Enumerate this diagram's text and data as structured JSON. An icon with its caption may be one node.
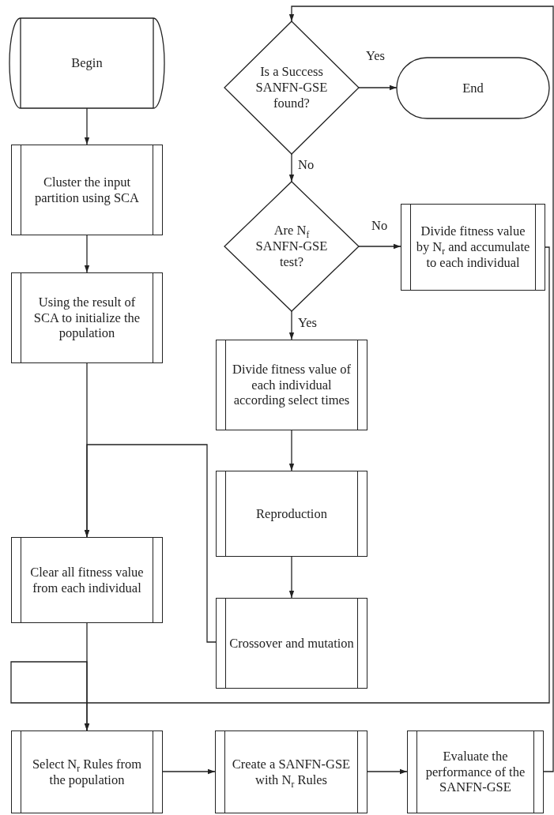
{
  "diagram": {
    "nodes": [
      {
        "text": [
          "Begin"
        ]
      },
      {
        "text": [
          "Cluster the input partition using SCA"
        ]
      },
      {
        "text": [
          "Using the result of SCA to initialize the population"
        ]
      },
      {
        "text": [
          "Is a Success SANFN-GSE found?"
        ]
      },
      {
        "text": [
          "End"
        ]
      },
      {
        "text": [
          "Are N$_{f}$ SANFN-GSE test?"
        ]
      },
      {
        "text": [
          "Divide fitness value by N$_{r}$ and accumulate to each individual"
        ]
      },
      {
        "text": [
          "Divide fitness value of each individual according select times"
        ]
      },
      {
        "text": [
          "Reproduction"
        ]
      },
      {
        "text": [
          "Clear all fitness value from each individual"
        ]
      },
      {
        "text": [
          "Crossover and mutation"
        ]
      },
      {
        "text": [
          "Select N$_{r}$ Rules from the population"
        ]
      },
      {
        "text": [
          "Create a SANFN-GSE with N$_{r}$ Rules"
        ]
      },
      {
        "text": [
          "Evaluate the performance of the SANFN-GSE"
        ]
      }
    ],
    "edges": [
      {
        "from": 0,
        "to": 1,
        "arrow": "to"
      },
      {
        "from": 1,
        "to": 2,
        "arrow": "to"
      },
      {
        "from": 2,
        "to": 9,
        "arrow": "to"
      },
      {
        "from": 3,
        "to": 4,
        "label": "Yes",
        "arrow": "to"
      },
      {
        "from": 3,
        "to": 5,
        "label": "No",
        "arrow": "to"
      },
      {
        "from": 5,
        "to": 6,
        "label": "No",
        "arrow": "to"
      },
      {
        "from": 5,
        "to": 7,
        "label": "Yes",
        "arrow": "to"
      },
      {
        "from": 7,
        "to": 8,
        "arrow": "to"
      },
      {
        "from": 8,
        "to": 10,
        "arrow": "to"
      },
      {
        "from": 10,
        "to": 9,
        "arrow": "to"
      },
      {
        "from": 6,
        "to": 11,
        "arrow": "to"
      },
      {
        "from": 9,
        "to": 11,
        "arrow": "to"
      },
      {
        "from": 11,
        "to": 12,
        "arrow": "to"
      },
      {
        "from": 12,
        "to": 13,
        "arrow": "to"
      },
      {
        "from": 13,
        "to": 3,
        "arrow": "to"
      }
    ]
  }
}
